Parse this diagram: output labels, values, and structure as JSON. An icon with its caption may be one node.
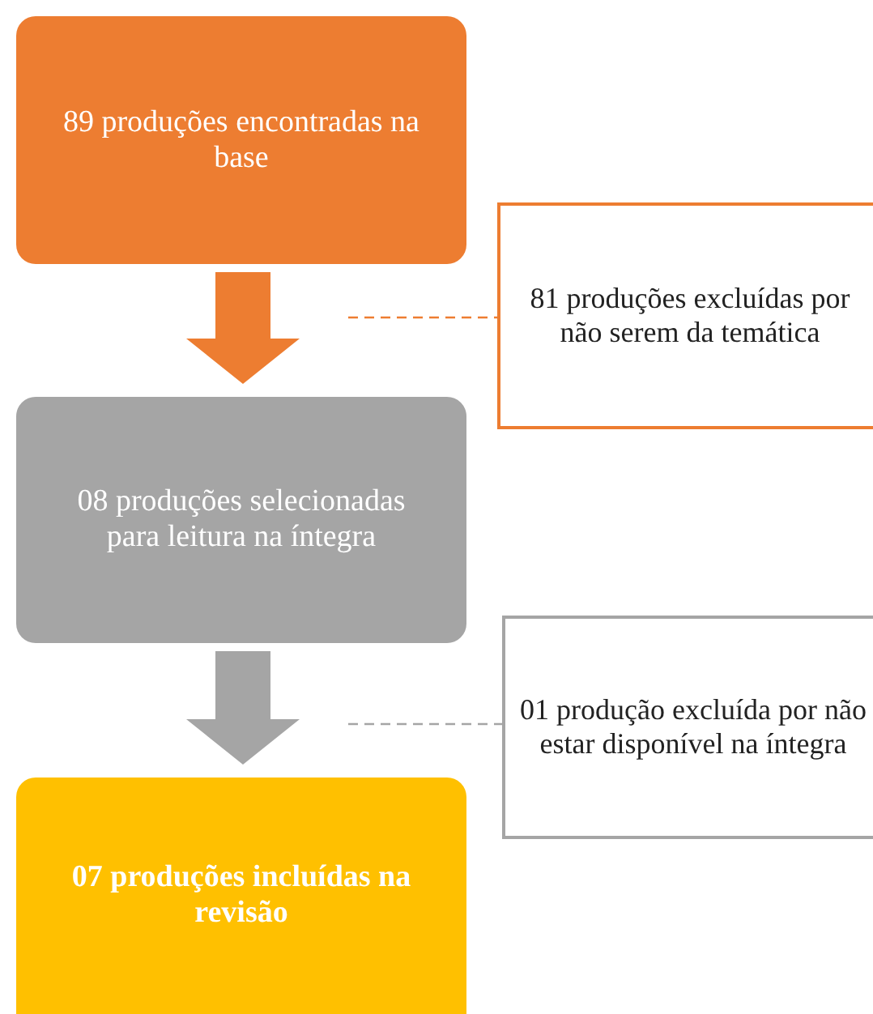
{
  "diagram": {
    "nodes": [
      {
        "text": [
          "89 produções encontradas na base"
        ]
      },
      {
        "text": [
          "81 produções excluídas por não serem da temática"
        ]
      },
      {
        "text": [
          "08 produções selecionadas para leitura na íntegra"
        ]
      },
      {
        "text": [
          "01 produção excluída por não estar disponível na íntegra"
        ]
      },
      {
        "text": [
          "07 produções incluídas na revisão"
        ]
      }
    ],
    "edges": [
      {
        "from": 0,
        "to": 2,
        "arrow": "to",
        "style": "thick",
        "color": "#ed7d31"
      },
      {
        "from": null,
        "to": 1,
        "arrow": "none",
        "style": "dashed",
        "color": "#ed7d31"
      },
      {
        "from": 2,
        "to": 4,
        "arrow": "to",
        "style": "thick",
        "color": "#a5a5a5"
      },
      {
        "from": null,
        "to": 3,
        "arrow": "none",
        "style": "dashed",
        "color": "#a5a5a5"
      }
    ]
  }
}
